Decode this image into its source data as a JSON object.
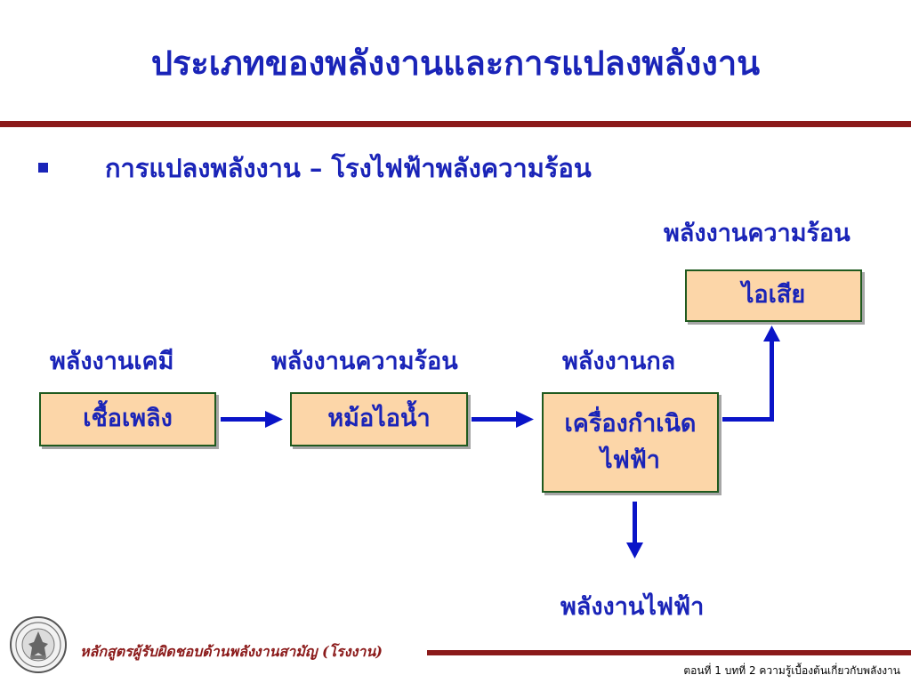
{
  "slide": {
    "title": "ประเภทของพลังงานและการแปลงพลังงาน",
    "bullet": "การแปลงพลังงาน – โรงไฟฟ้าพลังความร้อน"
  },
  "diagram": {
    "labels": {
      "chemical": "พลังงานเคมี",
      "heat_boiler": "พลังงานความร้อน",
      "mechanical": "พลังงานกล",
      "heat_waste": "พลังงานความร้อน",
      "electrical": "พลังงานไฟฟ้า"
    },
    "boxes": {
      "fuel": "เชื้อเพลิง",
      "boiler": "หม้อไอน้ำ",
      "generator_line1": "เครื่องกำเนิด",
      "generator_line2": "ไฟฟ้า",
      "exhaust": "ไอเสีย"
    }
  },
  "footer": {
    "course": "หลักสูตรผู้รับผิดชอบด้านพลังงานสามัญ (โรงงาน)",
    "chapter": "ตอนที่ 1 บทที่ 2 ความรู้เบื้องต้นเกี่ยวกับพลังงาน"
  },
  "colors": {
    "title": "#1a24b8",
    "rule": "#8b1a1a",
    "box_fill": "#fcd6a8",
    "box_border": "#1f5a1f",
    "arrow": "#0a14c8"
  }
}
